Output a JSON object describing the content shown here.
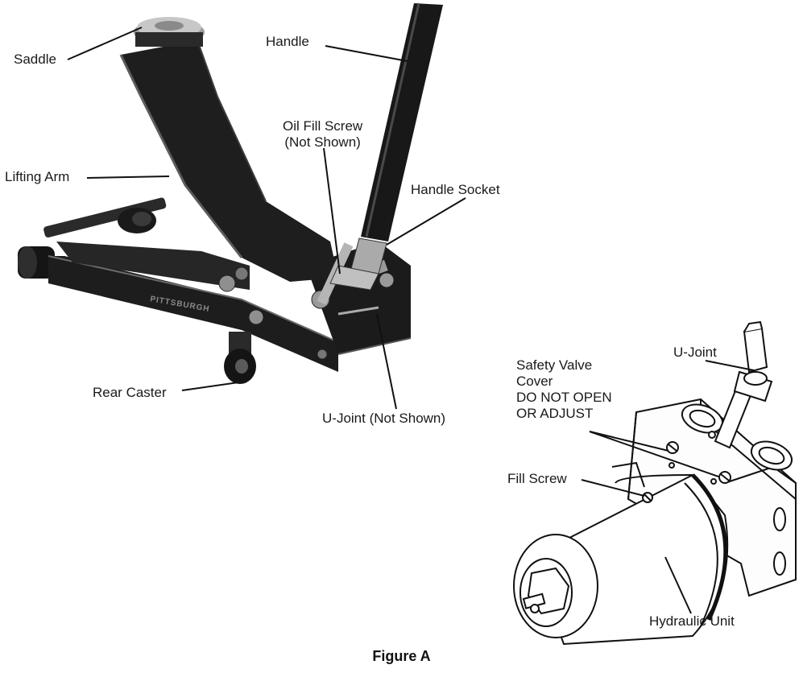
{
  "labels": {
    "saddle": "Saddle",
    "handle": "Handle",
    "oil_fill_screw": "Oil Fill Screw\n(Not Shown)",
    "lifting_arm": "Lifting Arm",
    "handle_socket": "Handle Socket",
    "rear_caster": "Rear Caster",
    "u_joint_not_shown": "U-Joint (Not Shown)",
    "safety_valve_cover": "Safety Valve\nCover\nDO NOT OPEN\nOR ADJUST",
    "u_joint": "U-Joint",
    "fill_screw": "Fill Screw",
    "hydraulic_unit": "Hydraulic Unit"
  },
  "brand_text": "PITTSBURGH",
  "caption": "Figure A",
  "colors": {
    "jack_body": "#1c1c1c",
    "jack_highlight": "#5a5a5a",
    "metal": "#9a9a9a",
    "line": "#111111",
    "background": "#ffffff"
  }
}
